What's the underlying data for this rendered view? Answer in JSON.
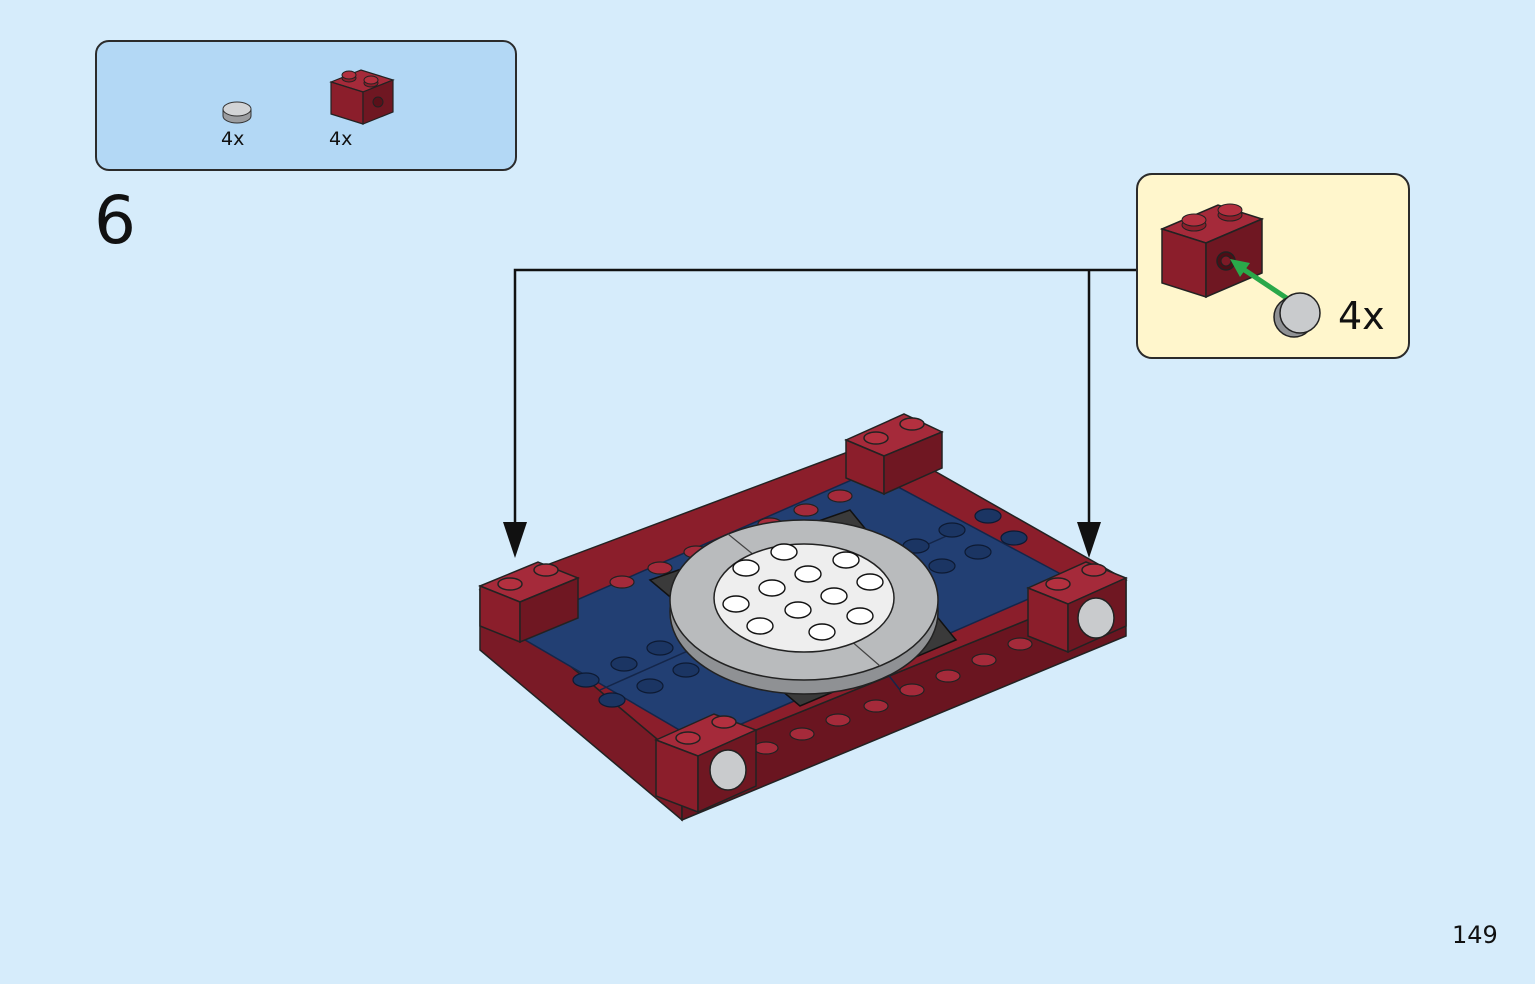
{
  "parts_list": {
    "items": [
      {
        "icon": "round-tile-light-gray-icon",
        "count": "4x"
      },
      {
        "icon": "brick-1x2-dark-red-icon",
        "count": "4x"
      }
    ]
  },
  "step": {
    "number": "6"
  },
  "callout": {
    "count": "4x"
  },
  "page": {
    "number": "149"
  },
  "colors": {
    "background": "#d6ecfb",
    "parts_box": "#b3d8f5",
    "callout_box": "#fff6cc",
    "dark_red": "#8b1e2b",
    "dark_blue": "#223f73",
    "light_gray": "#c5c7c9",
    "green_arrow": "#2aa84a"
  }
}
